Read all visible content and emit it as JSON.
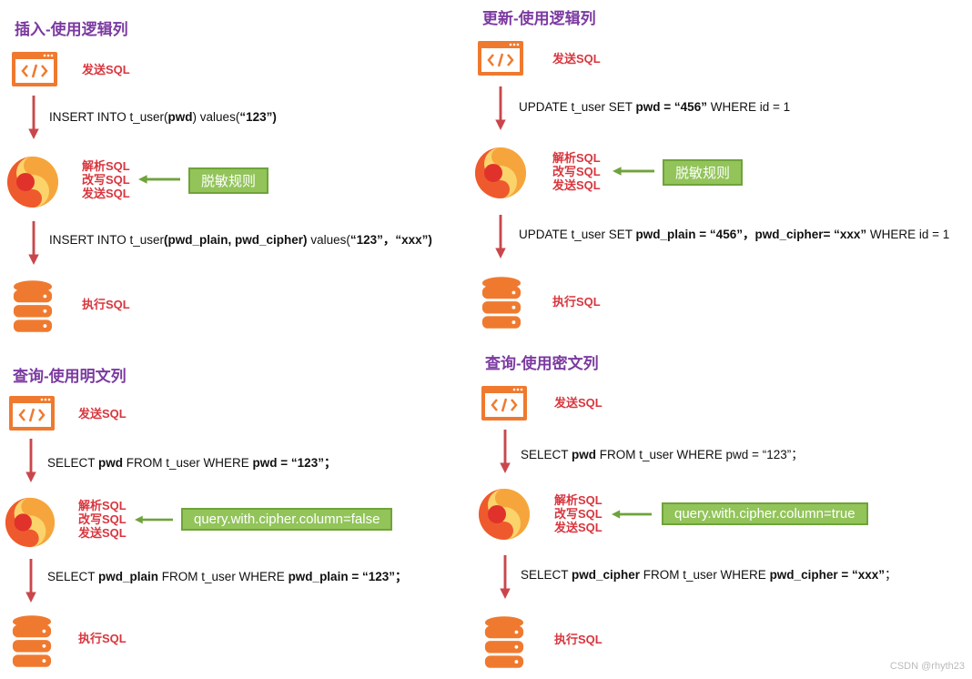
{
  "panels": {
    "insert": {
      "title": "插入-使用逻辑列",
      "send_label": "发送SQL",
      "sql_in": [
        "INSERT INTO t_user(",
        "pwd",
        ") values(",
        "“123”",
        ")"
      ],
      "parse_labels": [
        "解析SQL",
        "改写SQL",
        "发送SQL"
      ],
      "rule": "脱敏规则",
      "sql_out": [
        "INSERT INTO t_user",
        "(pwd_plain, pwd_cipher)",
        " values(",
        "“123”，“xxx”",
        ")"
      ],
      "exec_label": "执行SQL"
    },
    "update": {
      "title": "更新-使用逻辑列",
      "send_label": "发送SQL",
      "sql_in": [
        "UPDATE t_user SET ",
        "pwd = “456”",
        " WHERE id = 1"
      ],
      "parse_labels": [
        "解析SQL",
        "改写SQL",
        "发送SQL"
      ],
      "rule": "脱敏规则",
      "sql_out": [
        "UPDATE t_user SET ",
        "pwd_plain = “456”，pwd_cipher= “xxx”",
        " WHERE id = 1"
      ],
      "exec_label": "执行SQL"
    },
    "query_plain": {
      "title": "查询-使用明文列",
      "send_label": "发送SQL",
      "sql_in": [
        "SELECT ",
        "pwd",
        " FROM t_user WHERE ",
        "pwd = “123”；"
      ],
      "parse_labels": [
        "解析SQL",
        "改写SQL",
        "发送SQL"
      ],
      "rule": "query.with.cipher.column=false",
      "sql_out": [
        "SELECT ",
        "pwd_plain",
        " FROM t_user WHERE ",
        "pwd_plain = “123”；"
      ],
      "exec_label": "执行SQL"
    },
    "query_cipher": {
      "title": "查询-使用密文列",
      "send_label": "发送SQL",
      "sql_in": [
        "SELECT ",
        "pwd",
        " FROM t_user WHERE pwd = “123”；"
      ],
      "parse_labels": [
        "解析SQL",
        "改写SQL",
        "发送SQL"
      ],
      "rule": "query.with.cipher.column=true",
      "sql_out": [
        "SELECT ",
        "pwd_cipher",
        " FROM t_user WHERE ",
        "pwd_cipher = “xxx”",
        "；"
      ],
      "exec_label": "执行SQL"
    }
  },
  "watermark": "CSDN @rhyth23",
  "colors": {
    "title": "#7b3aa0",
    "label": "#d9363e",
    "icon": "#ef7a2f",
    "arrow": "#c9474c",
    "rule_bg": "#92c45a"
  }
}
